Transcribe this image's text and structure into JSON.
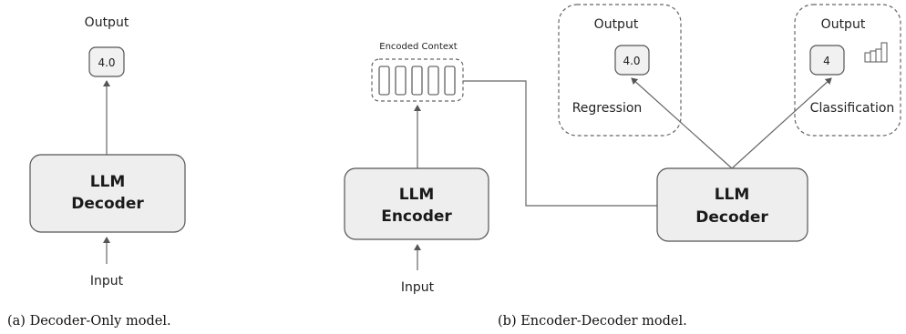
{
  "left": {
    "output_label": "Output",
    "output_value": "4.0",
    "decoder_line1": "LLM",
    "decoder_line2": "Decoder",
    "input_label": "Input",
    "caption": "(a) Decoder-Only model."
  },
  "right": {
    "encoded_context_label": "Encoded Context",
    "encoder_line1": "LLM",
    "encoder_line2": "Encoder",
    "input_label": "Input",
    "decoder_line1": "LLM",
    "decoder_line2": "Decoder",
    "regression": {
      "output_label": "Output",
      "value": "4.0",
      "task_label": "Regression"
    },
    "classification": {
      "output_label": "Output",
      "value": "4",
      "task_label": "Classification"
    },
    "caption": "(b) Encoder-Decoder model."
  }
}
